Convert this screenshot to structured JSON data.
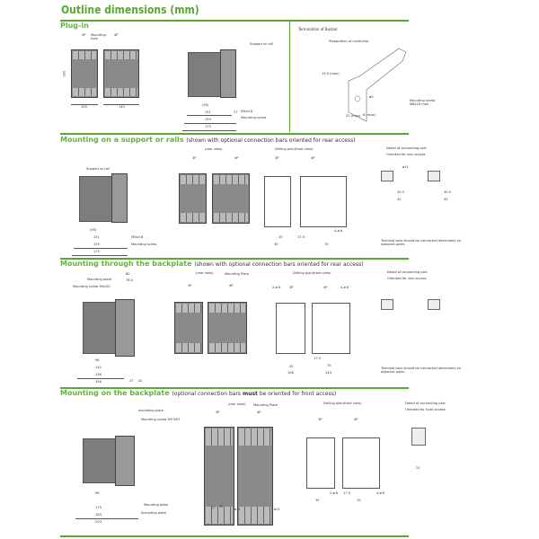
{
  "title": "Outline dimensions (mm)",
  "sections": {
    "plugin": {
      "heading": "Plug-in",
      "labels": {
        "p3": "3P",
        "p4": "4P",
        "mounting_hole": "Mounting hole",
        "support_rail": "Support or rail",
        "m5": "M5x0.8",
        "mounting_screw": "Mounting screw",
        "d103": "105",
        "d140": "140",
        "d200": "200",
        "d95": "(95)",
        "d151": "151",
        "d159": "159",
        "d175": "175",
        "d27": "27"
      }
    },
    "busbar": {
      "heading": "Termination of Busbar",
      "preparation": "Preparation of conductor",
      "d135": "13.5 (max)",
      "phi9": "ø9",
      "screw": "Mounting screw M8x16 max",
      "d32": "32 (max)",
      "d6": "6 (max)"
    },
    "support": {
      "heading": "Mounting on a support or rails",
      "note": "(shown with optional connection bars oriented for rear access)",
      "rear_view": "(rear view)",
      "drilling": "Drilling plan(front view)",
      "detail": "Detail of connecting part",
      "oriented": "Oriented for rear access",
      "terminal_note": "Terminal bars should be connected alternately on adjacent poles.",
      "support_rail": "Support or rail",
      "m5": "M5x0.8",
      "mounting_screw": "Mounting screw",
      "p3": "3P",
      "p4": "4P",
      "d95": "(95)",
      "d151": "151",
      "d159": "159",
      "d175": "175",
      "d35": "35",
      "d70": "70",
      "d175b": "17.5",
      "d15": "15",
      "d4phi6": "4-ø 6",
      "phi11": "ø11",
      "d305": "30.5",
      "d42": "42"
    },
    "through": {
      "heading": "Mounting through the backplate",
      "note": "(shown with optional connection bars oriented for rear access)",
      "rear_view": "(rear view)",
      "mounting_plate": "Mounting plate",
      "mounting_plate2": "Mounting Plate",
      "mounting_screw": "Mounting screw M5x20",
      "drilling": "Drilling plan(front view)",
      "detail": "Detail of connecting part",
      "oriented": "Oriented for rear access",
      "terminal_note": "Terminal bars should be connected alternately on adjacent poles.",
      "p3": "3P",
      "p4": "4P",
      "d2phi6": "2-ø 6",
      "d4phi6": "4-ø 6",
      "d96": "96",
      "d132": "132",
      "d136": "136",
      "d156": "156",
      "d27": "27",
      "d42": "42",
      "d80": "80",
      "d765": "76.5",
      "d35": "35",
      "d70": "70",
      "d108": "108",
      "d144": "144",
      "d175b": "17.5"
    },
    "on": {
      "heading": "Mounting on the backplate",
      "note_pre": "(optional connection bars ",
      "note_bold": "must",
      "note_post": " be oriented for front access)",
      "rear_view": "(rear view)",
      "mounting_plate": "Mounting Plate",
      "insulating_plate": "Insulating plate",
      "mounting_screw": "Mounting screw M5 NUT",
      "mounting_plate_b": "Mounting plate",
      "insulating_plate_b": "Insulating plate",
      "drilling": "Drilling plan(front view)",
      "detail": "Detail of connecting part",
      "oriented": "Oriented for front access",
      "p3": "3P",
      "p4": "4P",
      "d96": "96",
      "d179": "179",
      "d183": "183",
      "d203": "203",
      "d35": "35",
      "d27": "27",
      "phi11": "ø11",
      "d2phi6": "2-ø 6",
      "d4phi6": "4-ø 6",
      "d70": "70",
      "d175b": "17.5",
      "d22": "22"
    }
  },
  "colors": {
    "accent": "#5aa832",
    "drawing": "#7d7d7d"
  }
}
